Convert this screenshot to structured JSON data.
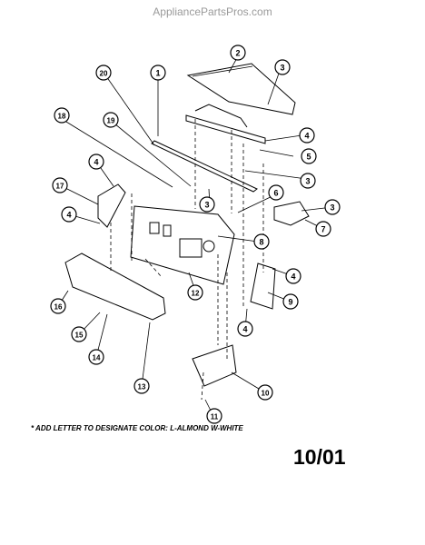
{
  "watermark": "AppliancePartsPros.com",
  "note": "* ADD LETTER TO DESIGNATE COLOR:  L-ALMOND  W-WHITE",
  "date": "10/01",
  "callouts": [
    "1",
    "2",
    "3",
    "3",
    "3",
    "3",
    "4",
    "4",
    "4",
    "4",
    "4",
    "5",
    "6",
    "7",
    "8",
    "9",
    "10",
    "11",
    "12",
    "13",
    "14",
    "15",
    "16",
    "17",
    "18",
    "19",
    "20"
  ]
}
